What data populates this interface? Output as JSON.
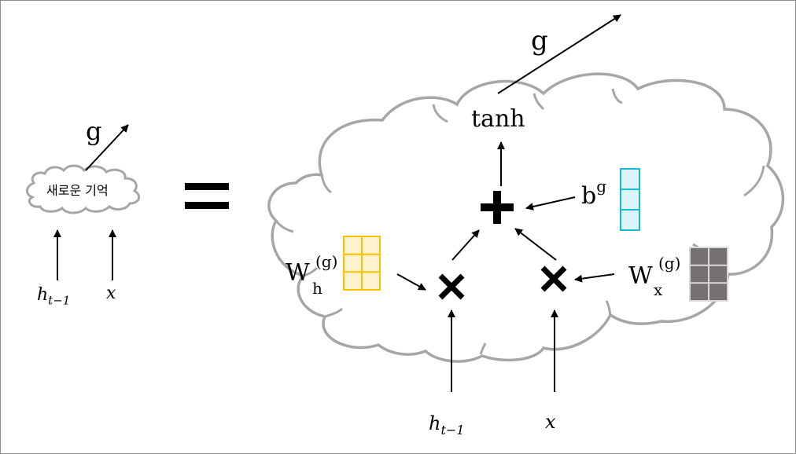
{
  "small_block": {
    "cloud_label": "새로운 기억",
    "output_label": "g",
    "input_h": "h",
    "input_h_sub": "t−1",
    "input_x": "x"
  },
  "equals_sign": "=",
  "big_block": {
    "output_label": "g",
    "activation": "tanh",
    "add_op": "+",
    "mul_op_left": "×",
    "mul_op_right": "×",
    "bias_label": "b",
    "bias_sup": "g",
    "weight_h_label": "W",
    "weight_h_sub": "h",
    "weight_h_sup": "(g)",
    "weight_x_label": "W",
    "weight_x_sub": "x",
    "weight_x_sup": "(g)",
    "input_h": "h",
    "input_h_sub": "t−1",
    "input_x": "x"
  },
  "colors": {
    "cloud_stroke": "#a6a6a6",
    "weight_h_fill": "#fff2cc",
    "weight_h_stroke": "#ffc000",
    "bias_fill": "#daf6fa",
    "bias_stroke": "#17bcd0",
    "weight_x_fill": "#767171",
    "weight_x_stroke": "#d9d9d9"
  }
}
